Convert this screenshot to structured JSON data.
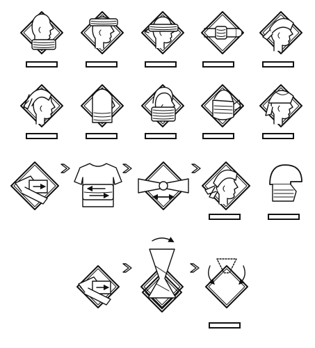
{
  "colors": {
    "ink": "#111111",
    "paper": "#ffffff"
  },
  "rows": [
    {
      "id": "row-1",
      "steps": [
        "neck-gaiter",
        "headband",
        "eye-band",
        "wrist-band",
        "head-wrap"
      ],
      "labels": 5,
      "arrows": 0
    },
    {
      "id": "row-2",
      "steps": [
        "hair-tie",
        "balaclava",
        "hood-scarf",
        "face-mask",
        "pirate-cap"
      ],
      "labels": 5,
      "arrows": 0
    },
    {
      "id": "row-3",
      "steps": [
        "fold-tube",
        "stretch-over-shirt",
        "knot-ends",
        "bandana-result",
        "helmet-liner"
      ],
      "labels": 2,
      "arrows": 3
    },
    {
      "id": "row-4",
      "steps": [
        "fold-tube",
        "twist-tube",
        "cap-result"
      ],
      "labels": 1,
      "arrows": 2
    }
  ],
  "icons": [
    "chevron-right-icon",
    "arrow-right-icon",
    "rotate-icon",
    "double-arrow-icon"
  ]
}
